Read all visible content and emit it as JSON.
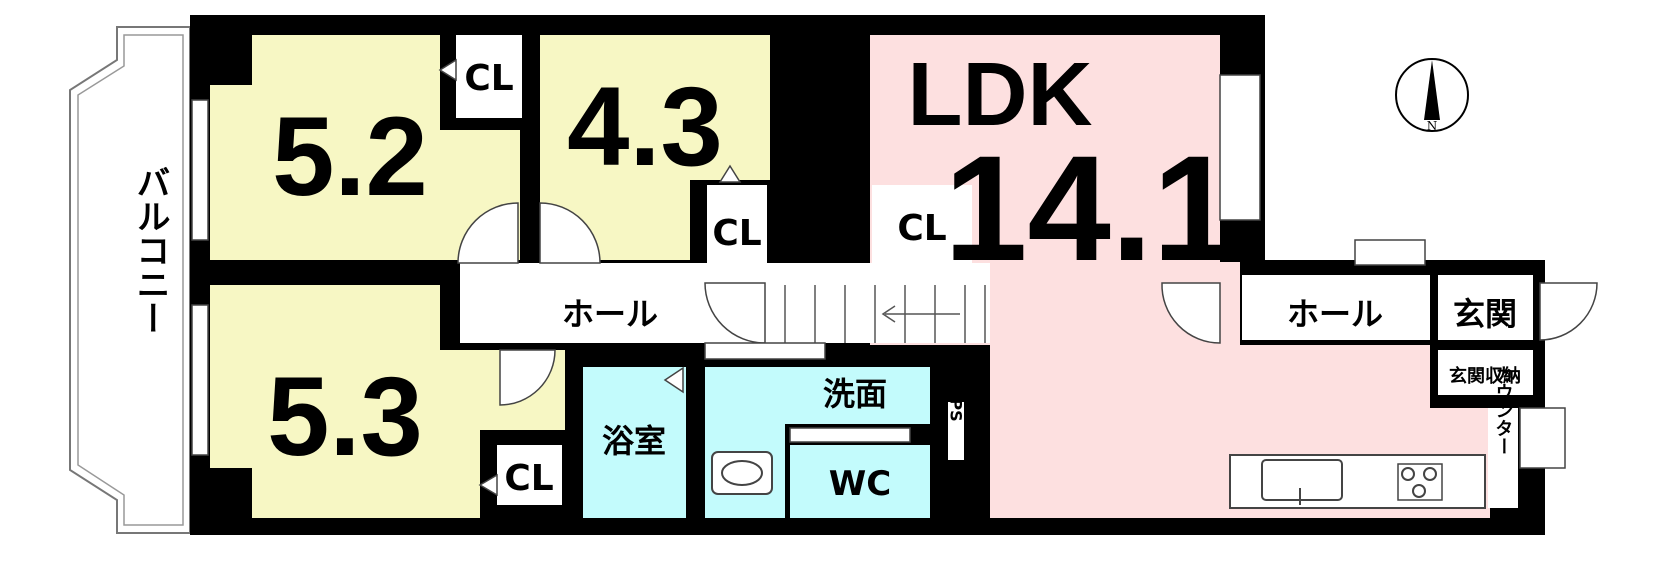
{
  "rooms": {
    "bedroom_top_left": {
      "area": "5.2"
    },
    "bedroom_top_middle": {
      "area": "4.3"
    },
    "bedroom_bottom_left": {
      "area": "5.3"
    },
    "ldk": {
      "label": "LDK",
      "area": "14.1"
    }
  },
  "labels": {
    "closet": "CL",
    "hall": "ホール",
    "entrance": "玄関",
    "entrance_storage": "玄関収納",
    "bathroom": "浴室",
    "washroom": "洗面",
    "toilet": "WC",
    "pipe_space": "PS",
    "counter": "カウンター",
    "balcony": "バルコニー",
    "north": "N"
  },
  "colors": {
    "bedroom": "#f7f7c4",
    "ldk": "#fde0e0",
    "wet_area": "#c3fbfc",
    "wall": "#000000",
    "floor": "#ffffff"
  }
}
